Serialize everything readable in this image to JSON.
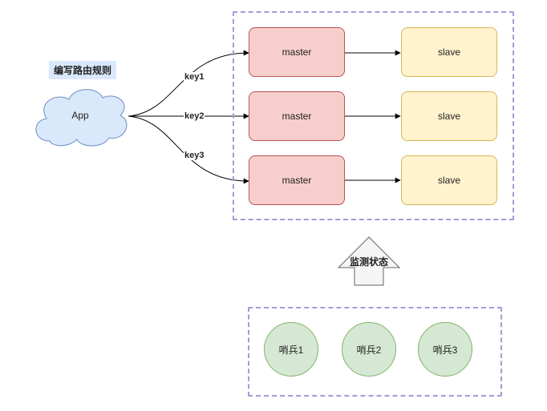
{
  "route_label": "编写路由规则",
  "app": {
    "label": "App"
  },
  "edges": [
    "key1",
    "key2",
    "key3"
  ],
  "pairs": [
    {
      "master": "master",
      "slave": "slave"
    },
    {
      "master": "master",
      "slave": "slave"
    },
    {
      "master": "master",
      "slave": "slave"
    }
  ],
  "monitor_label": "监测状态",
  "sentinels": [
    "哨兵1",
    "哨兵2",
    "哨兵3"
  ],
  "colors": {
    "master_fill": "#f8cecc",
    "master_border": "#b85450",
    "slave_fill": "#fff2cc",
    "slave_border": "#d6b656",
    "sentinel_fill": "#d5e8d4",
    "sentinel_border": "#82b366",
    "group_border": "#a59bd6",
    "route_label_fill": "#dae8fc"
  }
}
